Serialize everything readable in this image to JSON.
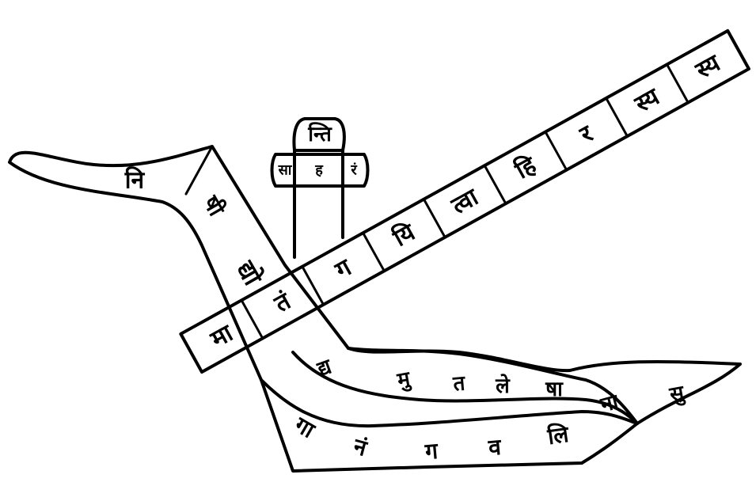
{
  "figure": {
    "top_box": {
      "top": "न्ति",
      "left": "सा",
      "middle": "ह",
      "right": "रं"
    },
    "beak": "नि",
    "neck": [
      "षी",
      "द्यो"
    ],
    "main_bar": [
      "मा",
      "तं",
      "ग",
      "यि",
      "त्वा",
      "हि",
      "र",
      "स्य",
      "स्य"
    ],
    "upper_leaf": [
      "द्य",
      "मु",
      "त",
      "ले",
      "षा",
      "ना",
      "सु"
    ],
    "lower_band": [
      "गा",
      "नं",
      "ग",
      "व",
      "लि"
    ]
  }
}
